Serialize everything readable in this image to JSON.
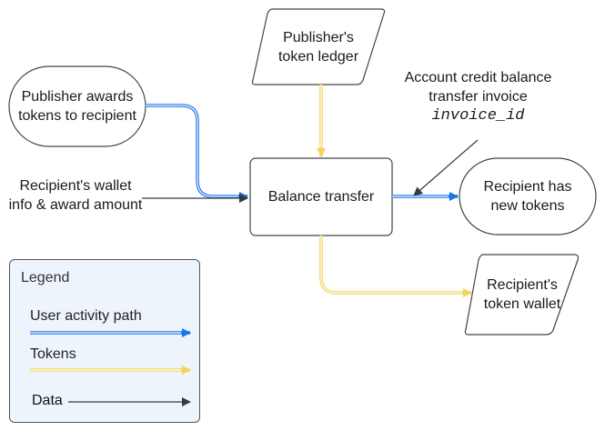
{
  "nodes": {
    "publisher_awards": "Publisher awards tokens to recipient",
    "publisher_ledger": "Publisher's token ledger",
    "balance_transfer": "Balance transfer",
    "recipient_new_tokens": "Recipient has new tokens",
    "recipient_wallet": "Recipient's token wallet"
  },
  "annotations": {
    "wallet_info": "Recipient's wallet info & award amount",
    "invoice_line1": "Account credit balance",
    "invoice_line2": "transfer invoice",
    "invoice_id": "invoice_id"
  },
  "legend": {
    "title": "Legend",
    "user_path": "User activity path",
    "tokens": "Tokens",
    "data": "Data"
  },
  "colors": {
    "user_path": "#1a73e8",
    "tokens": "#f5d35a",
    "data": "#333a44",
    "legend_bg": "#eef4fc"
  }
}
